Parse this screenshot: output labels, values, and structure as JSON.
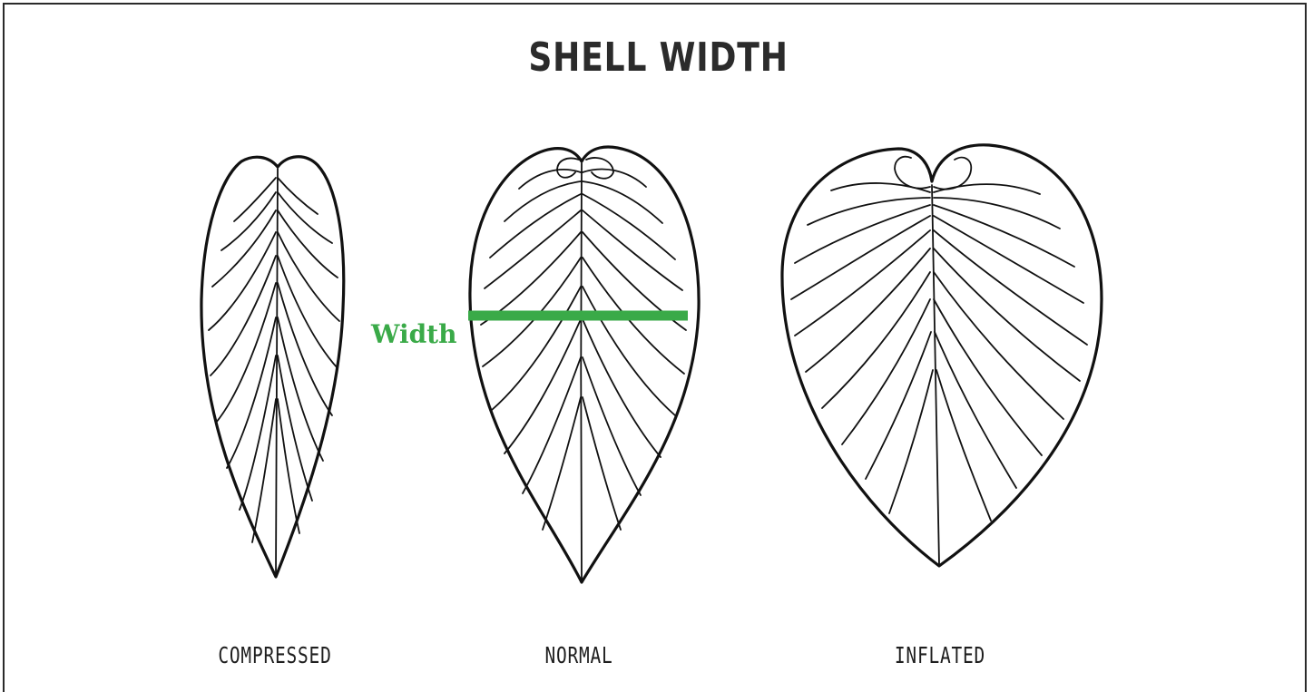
{
  "title": "SHELL WIDTH",
  "shapes": [
    {
      "name": "compressed",
      "label": "COMPRESSED"
    },
    {
      "name": "normal",
      "label": "NORMAL"
    },
    {
      "name": "inflated",
      "label": "INFLATED"
    }
  ],
  "measurement": {
    "label": "Width",
    "color": "#3aaa48"
  }
}
